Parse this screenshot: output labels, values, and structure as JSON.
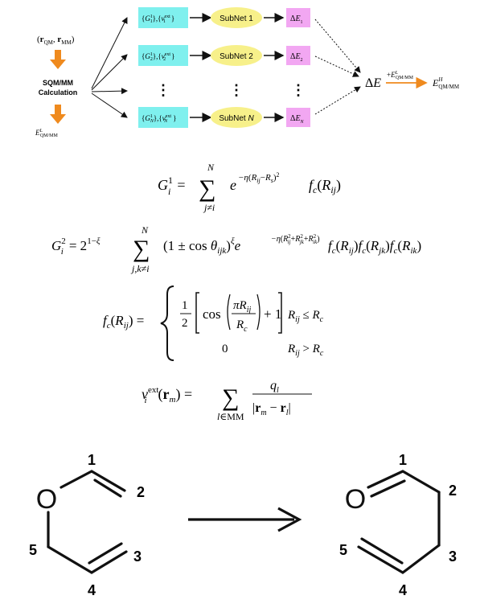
{
  "colors": {
    "feature_box": "#7ff0ee",
    "subnet_ellipse": "#f7f08a",
    "delta_box": "#f2a7f2",
    "orange_arrow": "#ef8a1e",
    "black": "#111111"
  },
  "workflow": {
    "inputs_label": "(r_QM, r_MM)",
    "calc_line1": "SQM/MM",
    "calc_line2": "Calculation",
    "low_energy_label": "E^L_QM/MM",
    "rows": [
      {
        "features": "{G^1_1},{v^ext_1}",
        "subnet": "SubNet  1",
        "delta": "ΔE_1"
      },
      {
        "features": "{G^1_2},{v^ext_2}",
        "subnet": "SubNet  2",
        "delta": "ΔE_2"
      },
      {
        "features": "⋮",
        "subnet": "⋮",
        "delta": "⋮"
      },
      {
        "features": "{G^1_N},{v^ext_N}",
        "subnet": "SubNet  N",
        "delta": "ΔE_N"
      }
    ],
    "sum_label": "ΔE",
    "plus_label": "+E^L_QM/MM",
    "result_label": "E^H_QM/MM"
  },
  "equations": {
    "g1": "G_i^1 = Σ_{j≠i}^{N} e^{−η(R_ij − R_s)^2} f_c(R_ij)",
    "g2": "G_i^2 = 2^{1−ξ} Σ_{j,k≠i}^{N} (1 ± cos θ_ijk)^ξ e^{−η(R_ij^2 + R_jk^2 + R_ik^2)} f_c(R_ij) f_c(R_jk) f_c(R_ik)",
    "fc": "f_c(R_ij) = { 1/2[cos(πR_ij/R_c) + 1]  R_ij ≤ R_c ; 0  R_ij > R_c }",
    "vext": "v_i^ext(r_m) = Σ_{l∈MM} q_l / |r_m − r_l|"
  },
  "reaction": {
    "reactant_atom_O": "O",
    "product_atom_O": "O",
    "reactant_labels": [
      "1",
      "2",
      "3",
      "4",
      "5"
    ],
    "product_labels": [
      "1",
      "2",
      "3",
      "4",
      "5"
    ]
  }
}
